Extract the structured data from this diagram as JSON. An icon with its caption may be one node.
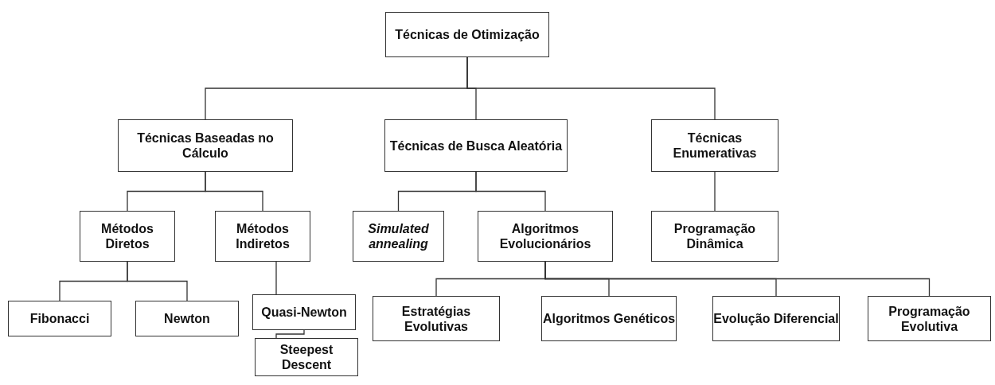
{
  "diagram": {
    "nodes": [
      {
        "text": [
          "Técnicas de Otimização"
        ]
      },
      {
        "text": [
          "Técnicas Baseadas no Cálculo"
        ]
      },
      {
        "text": [
          "Técnicas de Busca Aleatória"
        ]
      },
      {
        "text": [
          "Técnicas Enumerativas"
        ]
      },
      {
        "text": [
          "Métodos Diretos"
        ]
      },
      {
        "text": [
          "Métodos Indiretos"
        ]
      },
      {
        "text": [
          "Simulated annealing"
        ]
      },
      {
        "text": [
          "Algoritmos Evolucionários"
        ]
      },
      {
        "text": [
          "Programação Dinâmica"
        ]
      },
      {
        "text": [
          "Fibonacci"
        ]
      },
      {
        "text": [
          "Newton"
        ]
      },
      {
        "text": [
          "Quasi-Newton"
        ]
      },
      {
        "text": [
          "Steepest Descent"
        ]
      },
      {
        "text": [
          "Estratégias Evolutivas"
        ]
      },
      {
        "text": [
          "Algoritmos Genéticos"
        ]
      },
      {
        "text": [
          "Evolução Diferencial"
        ]
      },
      {
        "text": [
          "Programação Evolutiva"
        ]
      }
    ],
    "edges": [
      {
        "from": 0,
        "to": 1,
        "arrow": "none"
      },
      {
        "from": 0,
        "to": 2,
        "arrow": "none"
      },
      {
        "from": 0,
        "to": 3,
        "arrow": "none"
      },
      {
        "from": 1,
        "to": 4,
        "arrow": "none"
      },
      {
        "from": 1,
        "to": 5,
        "arrow": "none"
      },
      {
        "from": 2,
        "to": 6,
        "arrow": "none"
      },
      {
        "from": 2,
        "to": 7,
        "arrow": "none"
      },
      {
        "from": 3,
        "to": 8,
        "arrow": "none"
      },
      {
        "from": 4,
        "to": 9,
        "arrow": "none"
      },
      {
        "from": 4,
        "to": 10,
        "arrow": "none"
      },
      {
        "from": 5,
        "to": 11,
        "arrow": "none"
      },
      {
        "from": 11,
        "to": 12,
        "arrow": "none"
      },
      {
        "from": 7,
        "to": 13,
        "arrow": "none"
      },
      {
        "from": 7,
        "to": 14,
        "arrow": "none"
      },
      {
        "from": 7,
        "to": 15,
        "arrow": "none"
      },
      {
        "from": 7,
        "to": 16,
        "arrow": "none"
      }
    ]
  }
}
